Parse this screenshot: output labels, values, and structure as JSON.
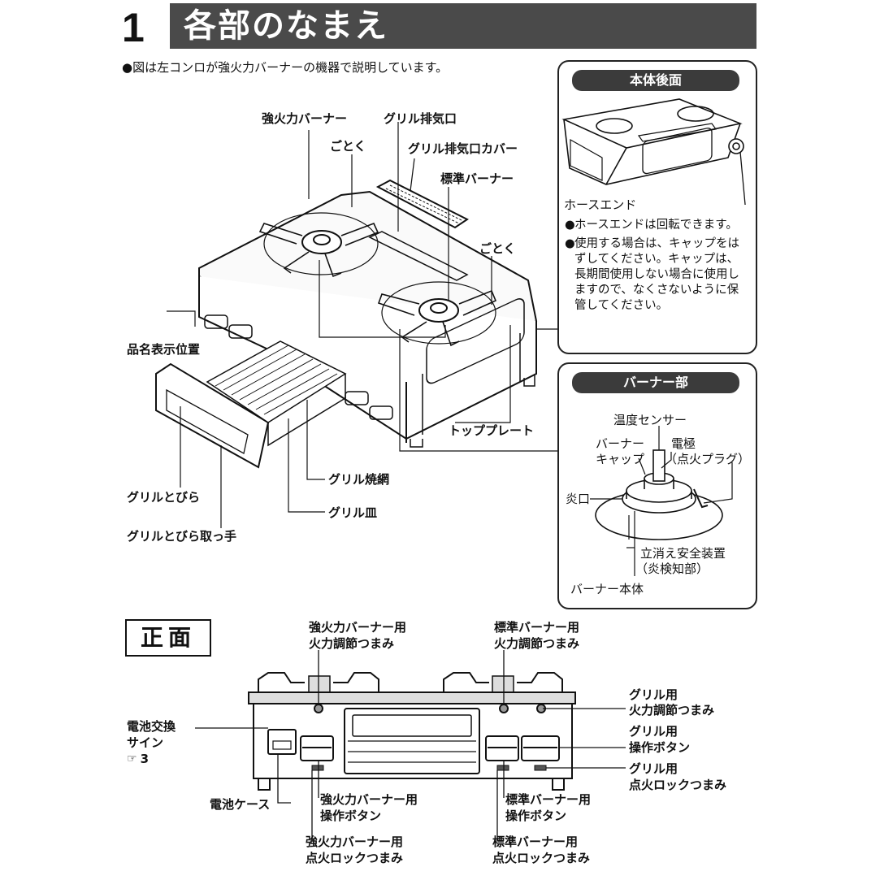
{
  "section": {
    "number": "1",
    "title": "各部のなまえ"
  },
  "note": "●図は左コンロが強火力バーナーの機器で説明しています。",
  "main_labels": {
    "high_power_burner": "強火力バーナー",
    "gotoku_left": "ごとく",
    "grill_exhaust": "グリル排気口",
    "grill_exhaust_cover": "グリル排気口カバー",
    "standard_burner": "標準バーナー",
    "gotoku_right": "ごとく",
    "product_name_position": "品名表示位置",
    "top_plate": "トッププレート",
    "grill_net": "グリル焼網",
    "grill_door": "グリルとびら",
    "grill_pan": "グリル皿",
    "grill_door_handle": "グリルとびら取っ手"
  },
  "back_panel": {
    "title": "本体後面",
    "hose_end": "ホースエンド",
    "bullets": [
      [
        "●",
        "ホースエンドは回転できます。"
      ],
      [
        "●",
        "使用する場合は、キャップをはずしてください。キャップは、長期間使用しない場合に使用しますので、なくさないように保管してください。"
      ]
    ]
  },
  "burner_panel": {
    "title": "バーナー部",
    "temp_sensor": "温度センサー",
    "burner_cap_1": "バーナー",
    "burner_cap_2": "キャップ",
    "electrode_1": "電極",
    "electrode_2": "（点火プラグ）",
    "flame_port": "炎口",
    "safety_1": "立消え安全装置",
    "safety_2": "（炎検知部）",
    "burner_body": "バーナー本体"
  },
  "front": {
    "title": "正面",
    "hp_knob_1": "強火力バーナー用",
    "hp_knob_2": "火力調節つまみ",
    "std_knob_1": "標準バーナー用",
    "std_knob_2": "火力調節つまみ",
    "grill_knob_1": "グリル用",
    "grill_knob_2": "火力調節つまみ",
    "grill_btn_1": "グリル用",
    "grill_btn_2": "操作ボタン",
    "grill_lock_1": "グリル用",
    "grill_lock_2": "点火ロックつまみ",
    "battery_sign_1": "電池交換",
    "battery_sign_2": "サイン",
    "battery_sign_ref": "3",
    "battery_case": "電池ケース",
    "hp_btn_1": "強火力バーナー用",
    "hp_btn_2": "操作ボタン",
    "hp_lock_1": "強火力バーナー用",
    "hp_lock_2": "点火ロックつまみ",
    "std_btn_1": "標準バーナー用",
    "std_btn_2": "操作ボタン",
    "std_lock_1": "標準バーナー用",
    "std_lock_2": "点火ロックつまみ"
  }
}
